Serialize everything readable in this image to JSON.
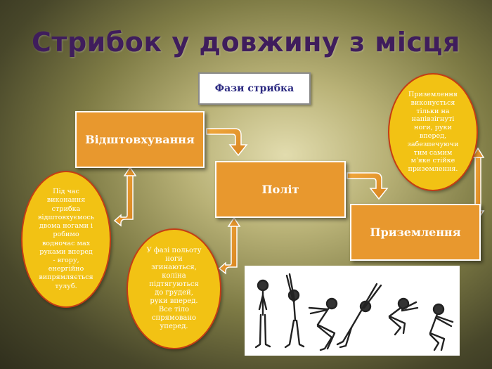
{
  "title": "Стрибок у довжину з місця",
  "phases_label": "Фази стрибка",
  "phases": [
    {
      "id": "pushoff",
      "label": "Відштовхування"
    },
    {
      "id": "flight",
      "label": "Політ"
    },
    {
      "id": "landing",
      "label": "Приземлення"
    }
  ],
  "notes": {
    "pushoff": [
      "Під час",
      "виконання",
      "стрибка",
      "відштовхуємось",
      "двома ногами і",
      "робимо",
      "водночас   мах",
      "руками  вперед",
      "- вгору,",
      "енергійно",
      "випрямляється",
      "тулуб."
    ],
    "flight": [
      "У фазі польоту",
      "ноги",
      "згинаються,",
      "коліна",
      "підтягуються",
      "до грудей,",
      "руки вперед.",
      "Все  тіло",
      "спрямовано",
      "уперед."
    ],
    "landing": [
      "Приземлення",
      "виконується",
      "тільки на",
      "напівзігнуті",
      "ноги, руки",
      "вперед,",
      "забезпечуючи",
      "тим самим",
      "м'яке стійке",
      "приземлення."
    ]
  },
  "colors": {
    "title": "#3f1d5c",
    "phase_box": "#e8982e",
    "note_fill": "#f2c214",
    "note_border": "#c43d14",
    "arrow": "#e8982e"
  }
}
